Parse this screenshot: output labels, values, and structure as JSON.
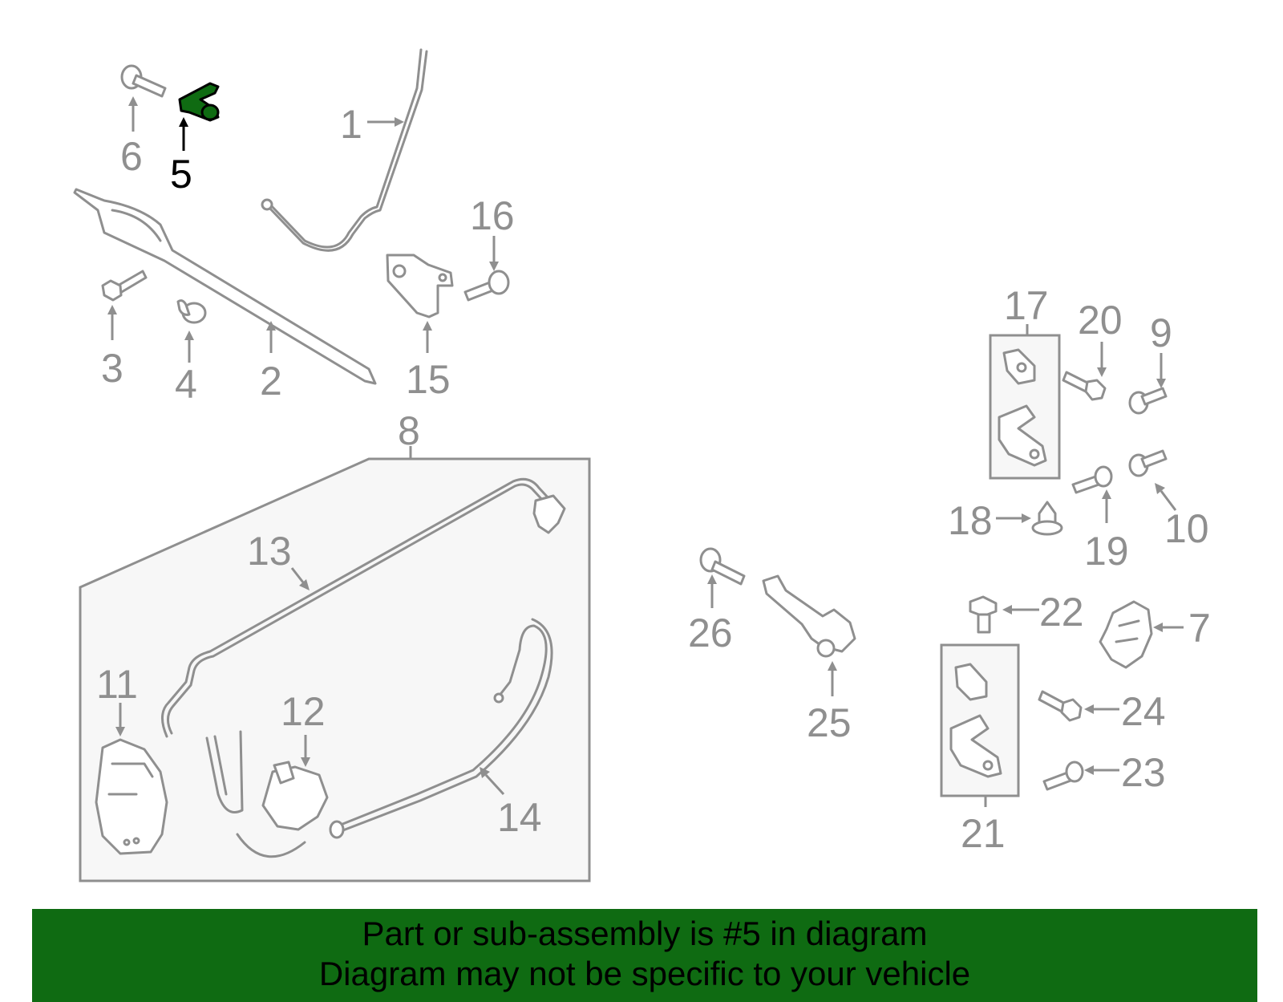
{
  "diagram": {
    "highlight_color": "#0f6b12",
    "callouts": {
      "c1": "1",
      "c2": "2",
      "c3": "3",
      "c4": "4",
      "c5": "5",
      "c6": "6",
      "c7": "7",
      "c8": "8",
      "c9": "9",
      "c10": "10",
      "c11": "11",
      "c12": "12",
      "c13": "13",
      "c14": "14",
      "c15": "15",
      "c16": "16",
      "c17": "17",
      "c18": "18",
      "c19": "19",
      "c20": "20",
      "c21": "21",
      "c22": "22",
      "c23": "23",
      "c24": "24",
      "c25": "25",
      "c26": "26"
    },
    "highlighted_part": "5"
  },
  "banner": {
    "background": "#0f6b12",
    "line1": "Part or sub-assembly is #5 in diagram",
    "line2": "Diagram may not be specific to your vehicle"
  }
}
